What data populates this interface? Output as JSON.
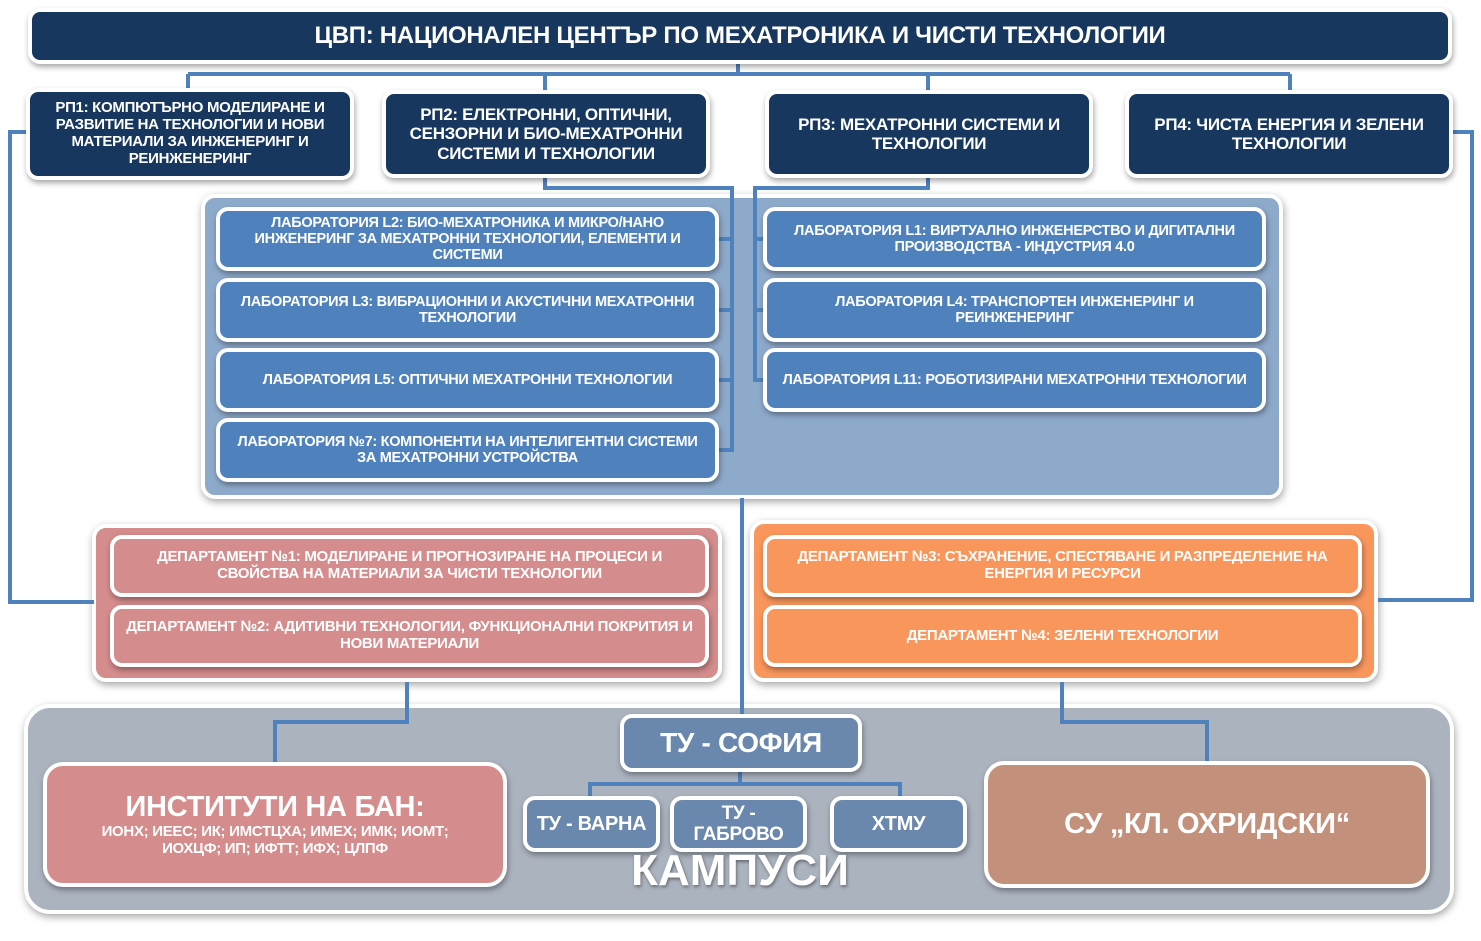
{
  "title": "ЦВП: НАЦИОНАЛЕН ЦЕНТЪР ПО МЕХАТРОНИКА И ЧИСТИ ТЕХНОЛОГИИ",
  "work_packages": [
    "РП1: КОМПЮТЪРНО МОДЕЛИРАНЕ И РАЗВИТИЕ НА ТЕХНОЛОГИИ И НОВИ МАТЕРИАЛИ ЗА ИНЖЕНЕРИНГ И РЕИНЖЕНЕРИНГ",
    "РП2: ЕЛЕКТРОННИ, ОПТИЧНИ, СЕНЗОРНИ И БИО-МЕХАТРОННИ СИСТЕМИ И ТЕХНОЛОГИИ",
    "РП3: МЕХАТРОННИ СИСТЕМИ И ТЕХНОЛОГИИ",
    "РП4: ЧИСТА ЕНЕРГИЯ И ЗЕЛЕНИ ТЕХНОЛОГИИ"
  ],
  "labs_left": [
    "ЛАБОРАТОРИЯ L2: БИО-МЕХАТРОНИКА И МИКРО/НАНО ИНЖЕНЕРИНГ ЗА МЕХАТРОННИ ТЕХНОЛОГИИ, ЕЛЕМЕНТИ И СИСТЕМИ",
    "ЛАБОРАТОРИЯ L3: ВИБРАЦИОННИ И АКУСТИЧНИ МЕХАТРОННИ ТЕХНОЛОГИИ",
    "ЛАБОРАТОРИЯ L5: ОПТИЧНИ МЕХАТРОННИ ТЕХНОЛОГИИ",
    "ЛАБОРАТОРИЯ №7: КОМПОНЕНТИ НА ИНТЕЛИГЕНТНИ СИСТЕМИ ЗА МЕХАТРОННИ УСТРОЙСТВА"
  ],
  "labs_right": [
    "ЛАБОРАТОРИЯ L1: ВИРТУАЛНО ИНЖЕНЕРСТВО И ДИГИТАЛНИ ПРОИЗВОДСТВА - ИНДУСТРИЯ 4.0",
    "ЛАБОРАТОРИЯ L4: ТРАНСПОРТЕН ИНЖЕНЕРИНГ И РЕИНЖЕНЕРИНГ",
    "ЛАБОРАТОРИЯ L11: РОБОТИЗИРАНИ МЕХАТРОННИ ТЕХНОЛОГИИ"
  ],
  "departments": [
    "ДЕПАРТАМЕНТ №1: МОДЕЛИРАНЕ И ПРОГНОЗИРАНЕ НА ПРОЦЕСИ И СВОЙСТВА НА МАТЕРИАЛИ ЗА ЧИСТИ ТЕХНОЛОГИИ",
    "ДЕПАРТАМЕНТ №2: АДИТИВНИ ТЕХНОЛОГИИ, ФУНКЦИОНАЛНИ ПОКРИТИЯ И НОВИ МАТЕРИАЛИ",
    "ДЕПАРТАМЕНТ №3: СЪХРАНЕНИЕ, СПЕСТЯВАНЕ И РАЗПРЕДЕЛЕНИЕ НА ЕНЕРГИЯ И РЕСУРСИ",
    "ДЕПАРТАМЕНТ №4: ЗЕЛЕНИ ТЕХНОЛОГИИ"
  ],
  "campuses": {
    "ban_title": "ИНСТИТУТИ НА БАН:",
    "ban_list": "ИОНХ; ИЕЕС; ИК; ИМСТЦХА; ИМЕХ; ИМК; ИОМТ; ИОХЦФ; ИП; ИФТТ; ИФХ; ЦЛПФ",
    "tu_sofia": "ТУ - СОФИЯ",
    "tu_varna": "ТУ - ВАРНА",
    "tu_gabrovo": "ТУ - ГАБРОВО",
    "htmu": "ХТМУ",
    "su": "СУ „КЛ. ОХРИДСКИ“",
    "label": "КАМПУСИ"
  },
  "colors": {
    "navy": "#17375e",
    "lab": "#4f81bd",
    "connector": "#4f81bd",
    "pink": "#d48c8c",
    "orange": "#f9965c",
    "campus_bg": "#abb3bf",
    "tu": "#6a87ad",
    "su": "#c3907b"
  }
}
